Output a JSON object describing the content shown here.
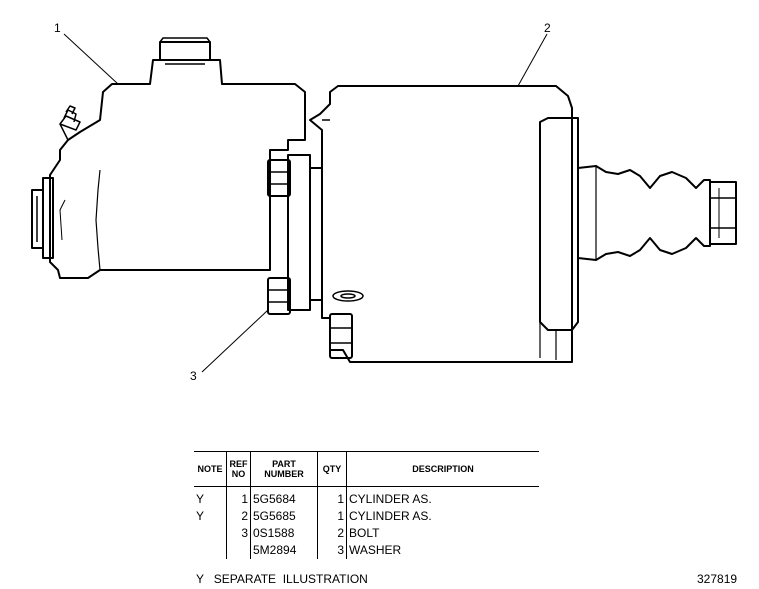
{
  "callouts": [
    "1",
    "2",
    "3"
  ],
  "table": {
    "headers": {
      "note": "NOTE",
      "ref_line1": "REF",
      "ref_line2": "NO",
      "part_line1": "PART",
      "part_line2": "NUMBER",
      "qty": "QTY",
      "description": "DESCRIPTION"
    },
    "rows": [
      {
        "note": "Y",
        "ref": "1",
        "part": "5G5684",
        "qty": "1",
        "description": "CYLINDER  AS."
      },
      {
        "note": "Y",
        "ref": "2",
        "part": "5G5685",
        "qty": "1",
        "description": "CYLINDER  AS."
      },
      {
        "note": "",
        "ref": "3",
        "part": "0S1588",
        "qty": "2",
        "description": "BOLT"
      },
      {
        "note": "",
        "ref": "",
        "part": "5M2894",
        "qty": "3",
        "description": "WASHER"
      }
    ]
  },
  "footnote": "Y   SEPARATE  ILLUSTRATION",
  "figure_number": "327819"
}
